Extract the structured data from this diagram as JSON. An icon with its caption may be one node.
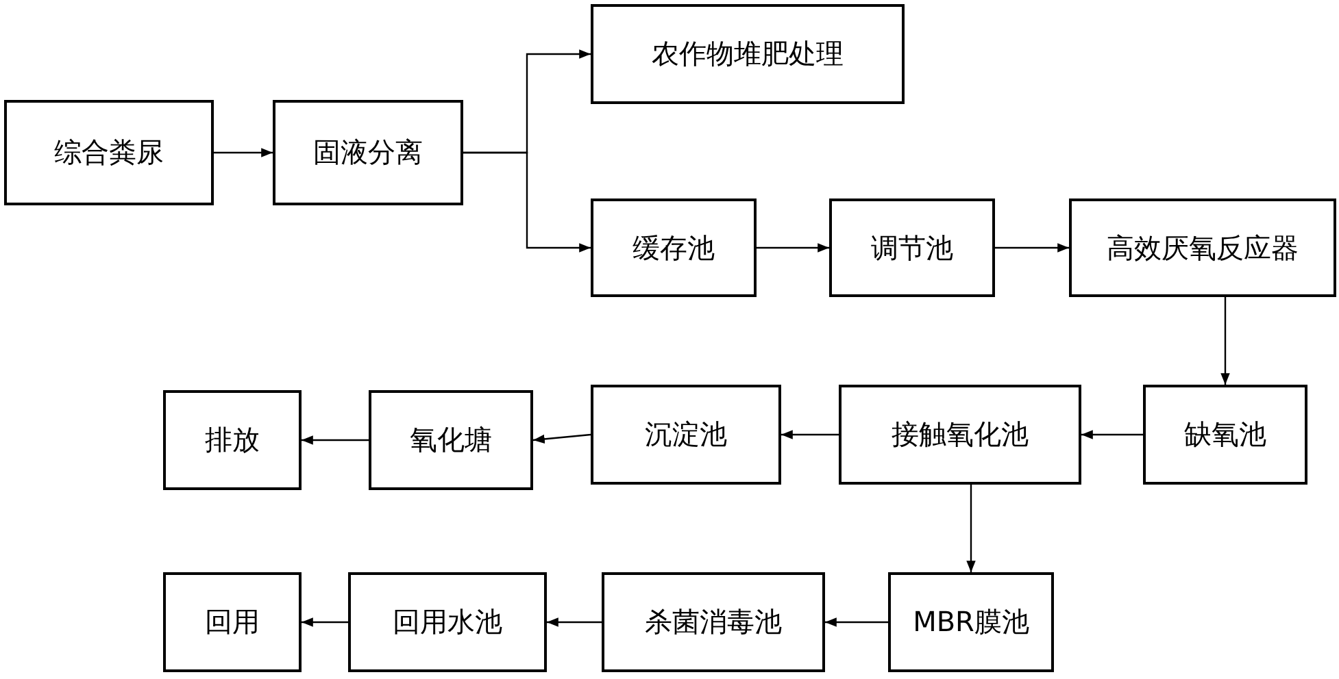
{
  "diagram": {
    "nodes": [
      {
        "text": [
          "综合粪尿"
        ]
      },
      {
        "text": [
          "固液分离"
        ]
      },
      {
        "text": [
          "农作物堆肥处理"
        ]
      },
      {
        "text": [
          "缓存池"
        ]
      },
      {
        "text": [
          "调节池"
        ]
      },
      {
        "text": [
          "高效厌氧反应器"
        ]
      },
      {
        "text": [
          "缺氧池"
        ]
      },
      {
        "text": [
          "接触氧化池"
        ]
      },
      {
        "text": [
          "沉淀池"
        ]
      },
      {
        "text": [
          "氧化塘"
        ]
      },
      {
        "text": [
          "排放"
        ]
      },
      {
        "text": [
          "MBR膜池"
        ]
      },
      {
        "text": [
          "杀菌消毒池"
        ]
      },
      {
        "text": [
          "回用水池"
        ]
      },
      {
        "text": [
          "回用"
        ]
      }
    ],
    "edges": [
      {
        "from": 0,
        "to": 1,
        "arrow": "to"
      },
      {
        "from": 1,
        "to": 2,
        "arrow": "to"
      },
      {
        "from": 1,
        "to": 3,
        "arrow": "to"
      },
      {
        "from": 3,
        "to": 4,
        "arrow": "to"
      },
      {
        "from": 4,
        "to": 5,
        "arrow": "to"
      },
      {
        "from": 5,
        "to": 6,
        "arrow": "to"
      },
      {
        "from": 6,
        "to": 7,
        "arrow": "to"
      },
      {
        "from": 7,
        "to": 8,
        "arrow": "to"
      },
      {
        "from": 8,
        "to": 9,
        "arrow": "to"
      },
      {
        "from": 9,
        "to": 10,
        "arrow": "to"
      },
      {
        "from": 7,
        "to": 11,
        "arrow": "to"
      },
      {
        "from": 11,
        "to": 12,
        "arrow": "to"
      },
      {
        "from": 12,
        "to": 13,
        "arrow": "to"
      },
      {
        "from": 13,
        "to": 14,
        "arrow": "to"
      }
    ]
  }
}
